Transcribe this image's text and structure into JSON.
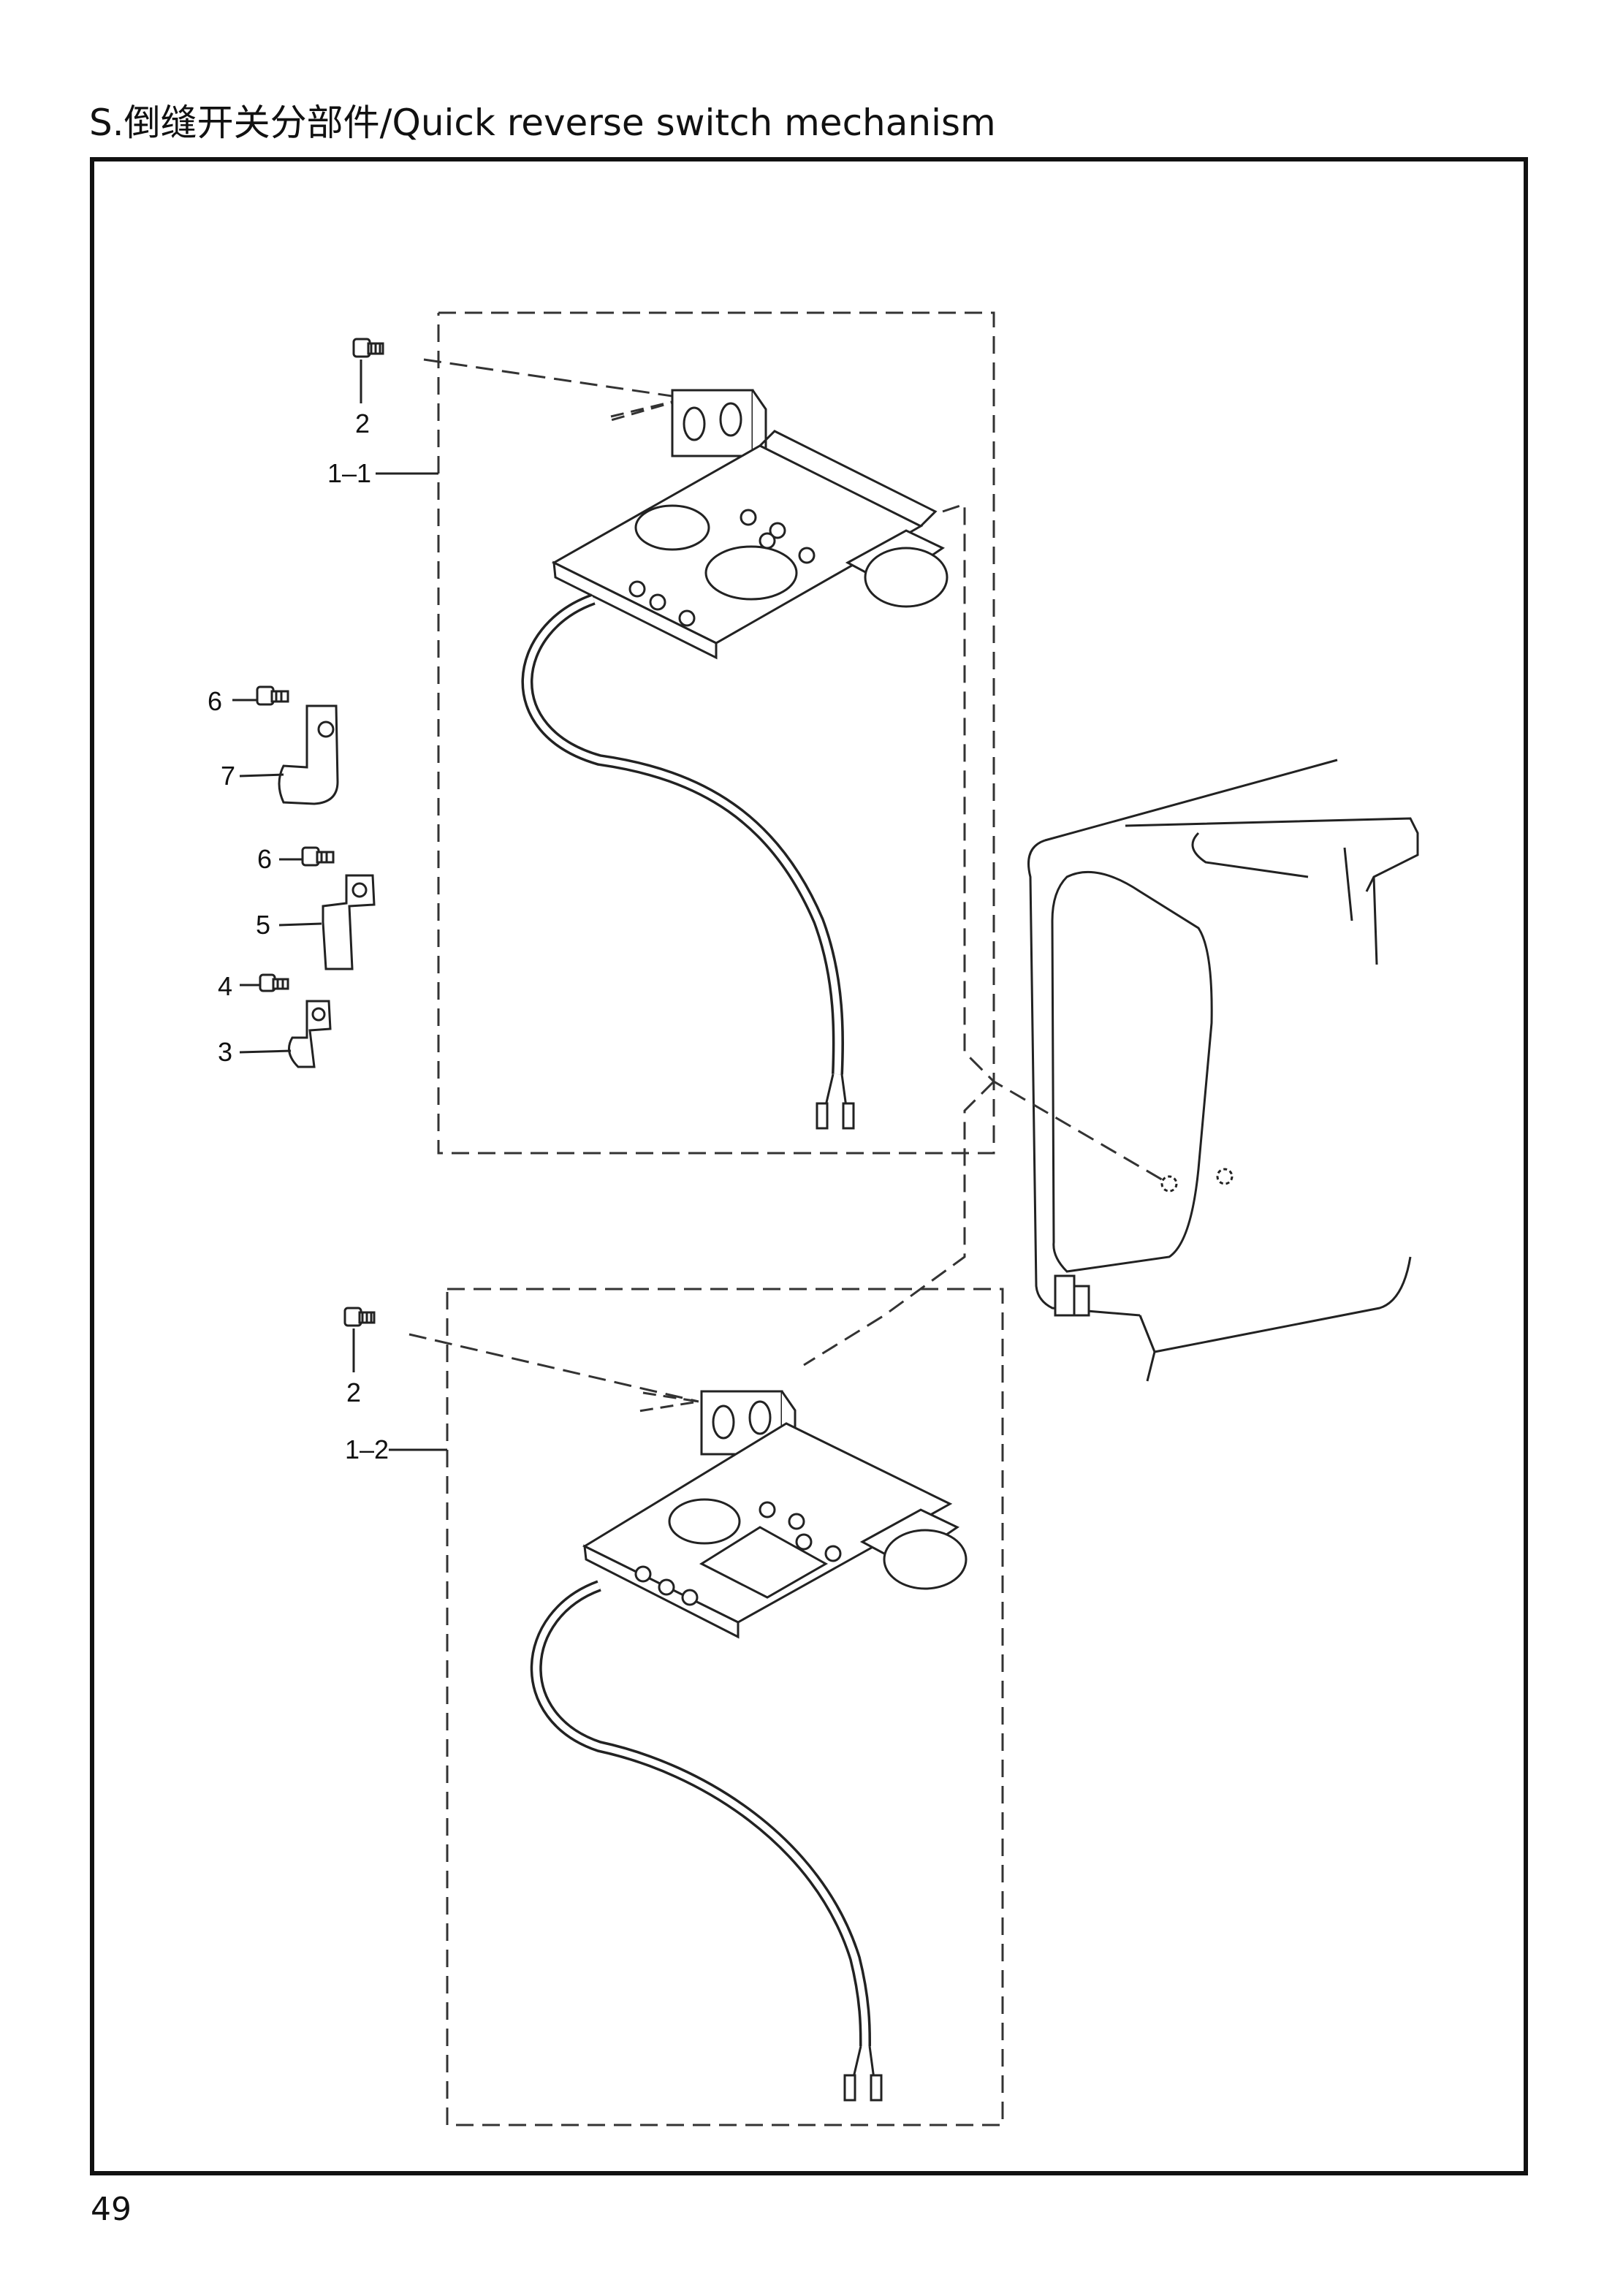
{
  "title": "S.倒缝开关分部件/Quick reverse switch mechanism",
  "page_number": "49",
  "callouts": {
    "screw_2_top": "2",
    "assembly_1_1": "1–1",
    "screw_6_a": "6",
    "clamp_7": "7",
    "screw_6_b": "6",
    "clamp_5": "5",
    "screw_4": "4",
    "clamp_3": "3",
    "screw_2_bottom": "2",
    "assembly_1_2": "1–2"
  }
}
